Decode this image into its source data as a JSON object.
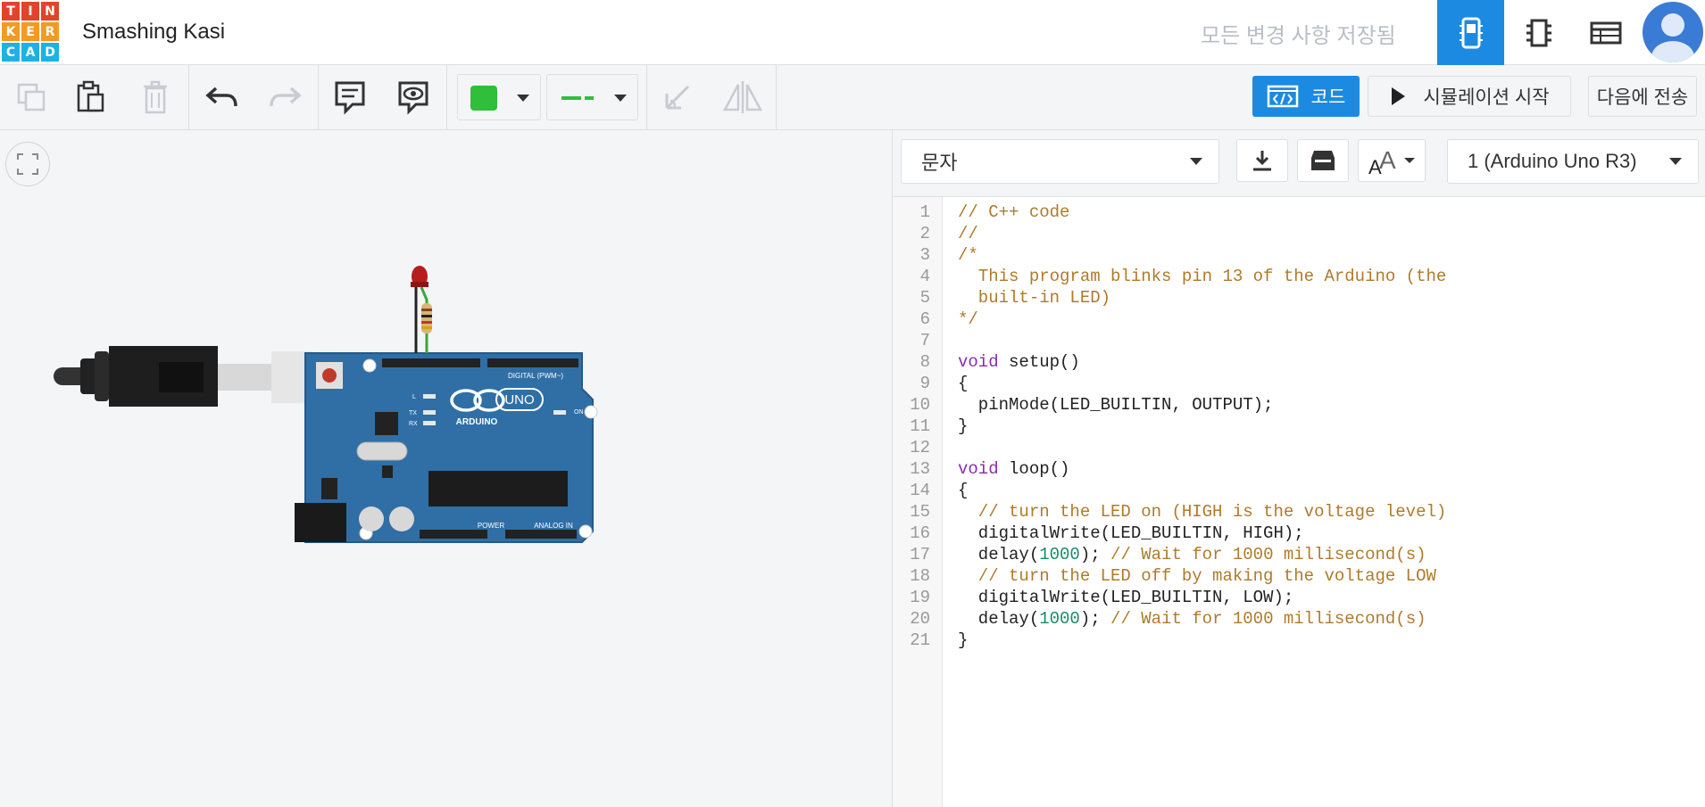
{
  "header": {
    "logo_letters": [
      "T",
      "I",
      "N",
      "K",
      "E",
      "R",
      "C",
      "A",
      "D"
    ],
    "logo_colors": [
      "#e2432b",
      "#e2432b",
      "#e2432b",
      "#f29a22",
      "#f29a22",
      "#f29a22",
      "#1bb2e6",
      "#1bb2e6",
      "#1bb2e6"
    ],
    "project_title": "Smashing Kasi",
    "save_status": "모든 변경 사항 저장됨",
    "accent": "#1d8ae1"
  },
  "toolbar": {
    "code_label": "코드",
    "simulate_label": "시뮬레이션 시작",
    "send_label": "다음에 전송",
    "fill_color": "#2fbf3a"
  },
  "code_panel": {
    "mode": "문자",
    "device": "1 (Arduino Uno R3)",
    "lines": [
      {
        "n": "1",
        "segs": [
          {
            "t": "// C++ code",
            "c": "comment"
          }
        ]
      },
      {
        "n": "2",
        "segs": [
          {
            "t": "//",
            "c": "comment"
          }
        ]
      },
      {
        "n": "3",
        "segs": [
          {
            "t": "/*",
            "c": "comment"
          }
        ]
      },
      {
        "n": "4",
        "segs": [
          {
            "t": "  This program blinks pin 13 of the Arduino (the",
            "c": "comment"
          }
        ]
      },
      {
        "n": "5",
        "segs": [
          {
            "t": "  built-in LED)",
            "c": "comment"
          }
        ]
      },
      {
        "n": "6",
        "segs": [
          {
            "t": "*/",
            "c": "comment"
          }
        ]
      },
      {
        "n": "7",
        "segs": []
      },
      {
        "n": "8",
        "segs": [
          {
            "t": "void",
            "c": "keyword"
          },
          {
            "t": " setup()",
            "c": ""
          }
        ]
      },
      {
        "n": "9",
        "segs": [
          {
            "t": "{",
            "c": ""
          }
        ]
      },
      {
        "n": "10",
        "segs": [
          {
            "t": "  pinMode(LED_BUILTIN, OUTPUT);",
            "c": ""
          }
        ]
      },
      {
        "n": "11",
        "segs": [
          {
            "t": "}",
            "c": ""
          }
        ]
      },
      {
        "n": "12",
        "segs": []
      },
      {
        "n": "13",
        "segs": [
          {
            "t": "void",
            "c": "keyword"
          },
          {
            "t": " loop()",
            "c": ""
          }
        ]
      },
      {
        "n": "14",
        "segs": [
          {
            "t": "{",
            "c": ""
          }
        ]
      },
      {
        "n": "15",
        "segs": [
          {
            "t": "  // turn the LED on (HIGH is the voltage level)",
            "c": "comment"
          }
        ]
      },
      {
        "n": "16",
        "segs": [
          {
            "t": "  digitalWrite(LED_BUILTIN, HIGH);",
            "c": ""
          }
        ]
      },
      {
        "n": "17",
        "segs": [
          {
            "t": "  delay(",
            "c": ""
          },
          {
            "t": "1000",
            "c": "num"
          },
          {
            "t": "); ",
            "c": ""
          },
          {
            "t": "// Wait for 1000 millisecond(s)",
            "c": "comment"
          }
        ]
      },
      {
        "n": "18",
        "segs": [
          {
            "t": "  // turn the LED off by making the voltage LOW",
            "c": "comment"
          }
        ]
      },
      {
        "n": "19",
        "segs": [
          {
            "t": "  digitalWrite(LED_BUILTIN, LOW);",
            "c": ""
          }
        ]
      },
      {
        "n": "20",
        "segs": [
          {
            "t": "  delay(",
            "c": ""
          },
          {
            "t": "1000",
            "c": "num"
          },
          {
            "t": "); ",
            "c": ""
          },
          {
            "t": "// Wait for 1000 millisecond(s)",
            "c": "comment"
          }
        ]
      },
      {
        "n": "21",
        "segs": [
          {
            "t": "}",
            "c": ""
          }
        ]
      }
    ]
  },
  "board": {
    "brand": "ARDUINO",
    "model": "UNO",
    "digital_label": "DIGITAL (PWM~)",
    "power_label": "POWER",
    "analog_label": "ANALOG IN",
    "on_label": "ON",
    "l_label": "L",
    "tx_label": "TX",
    "rx_label": "RX",
    "board_color": "#2f6fa6",
    "led_color": "#b81d1d",
    "wire_green": "#3aa63a"
  }
}
